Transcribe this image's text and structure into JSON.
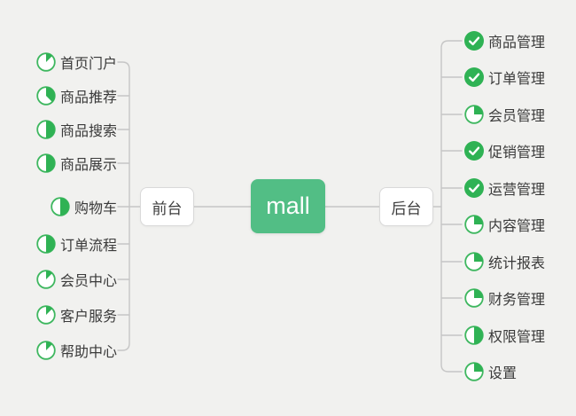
{
  "canvas": {
    "background": "#f1f1ef",
    "line_color": "#c6c6c6"
  },
  "root": {
    "label": "mall",
    "bg": "#52be85",
    "text_color": "#ffffff"
  },
  "branches": [
    {
      "side": "left",
      "label": "前台",
      "items": [
        {
          "label": "首页门户",
          "icon": "pie-1-8"
        },
        {
          "label": "商品推荐",
          "icon": "pie-3-8"
        },
        {
          "label": "商品搜索",
          "icon": "pie-4-8"
        },
        {
          "label": "商品展示",
          "icon": "pie-4-8"
        },
        {
          "label": "购物车",
          "icon": "pie-4-8"
        },
        {
          "label": "订单流程",
          "icon": "pie-4-8"
        },
        {
          "label": "会员中心",
          "icon": "pie-1-8"
        },
        {
          "label": "客户服务",
          "icon": "pie-1-8"
        },
        {
          "label": "帮助中心",
          "icon": "pie-1-8"
        }
      ]
    },
    {
      "side": "right",
      "label": "后台",
      "items": [
        {
          "label": "商品管理",
          "icon": "check"
        },
        {
          "label": "订单管理",
          "icon": "check"
        },
        {
          "label": "会员管理",
          "icon": "pie-2-8"
        },
        {
          "label": "促销管理",
          "icon": "check"
        },
        {
          "label": "运营管理",
          "icon": "check"
        },
        {
          "label": "内容管理",
          "icon": "pie-2-8"
        },
        {
          "label": "统计报表",
          "icon": "pie-2-8"
        },
        {
          "label": "财务管理",
          "icon": "pie-2-8"
        },
        {
          "label": "权限管理",
          "icon": "pie-4-8"
        },
        {
          "label": "设置",
          "icon": "pie-2-8"
        }
      ]
    }
  ],
  "icon_colors": {
    "check_bg": "#2fb254",
    "check_mark": "#ffffff",
    "pie_stroke": "#3eb75f",
    "pie_fill": "#2fb254"
  }
}
